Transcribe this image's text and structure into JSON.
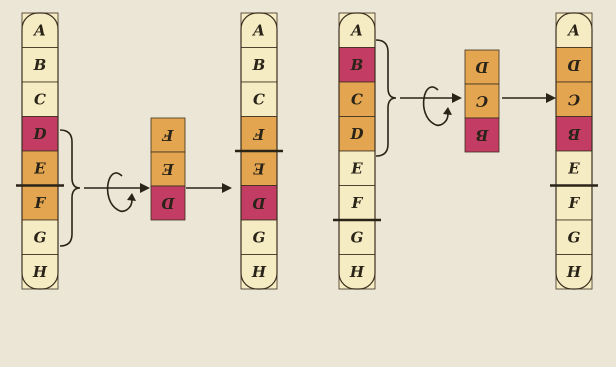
{
  "colors": {
    "cream": "#f6ecc4",
    "orange": "#e3a550",
    "magenta": "#c23c63",
    "background": "#ece6d6"
  },
  "chromosomes": [
    {
      "id": "original-1",
      "segments": [
        {
          "label": "A",
          "color": "cream",
          "flipped": false
        },
        {
          "label": "B",
          "color": "cream",
          "flipped": false
        },
        {
          "label": "C",
          "color": "cream",
          "flipped": false
        },
        {
          "label": "D",
          "color": "magenta",
          "flipped": false
        },
        {
          "label": "E",
          "color": "orange",
          "flipped": false
        },
        {
          "label": "F",
          "color": "orange",
          "flipped": false
        },
        {
          "label": "G",
          "color": "cream",
          "flipped": false
        },
        {
          "label": "H",
          "color": "cream",
          "flipped": false
        }
      ]
    },
    {
      "id": "inverted-1",
      "segments": [
        {
          "label": "A",
          "color": "cream",
          "flipped": false
        },
        {
          "label": "B",
          "color": "cream",
          "flipped": false
        },
        {
          "label": "C",
          "color": "cream",
          "flipped": false
        },
        {
          "label": "F",
          "color": "orange",
          "flipped": true
        },
        {
          "label": "E",
          "color": "orange",
          "flipped": true
        },
        {
          "label": "D",
          "color": "magenta",
          "flipped": true
        },
        {
          "label": "G",
          "color": "cream",
          "flipped": false
        },
        {
          "label": "H",
          "color": "cream",
          "flipped": false
        }
      ]
    },
    {
      "id": "original-2",
      "segments": [
        {
          "label": "A",
          "color": "cream",
          "flipped": false
        },
        {
          "label": "B",
          "color": "magenta",
          "flipped": false
        },
        {
          "label": "C",
          "color": "orange",
          "flipped": false
        },
        {
          "label": "D",
          "color": "orange",
          "flipped": false
        },
        {
          "label": "E",
          "color": "cream",
          "flipped": false
        },
        {
          "label": "F",
          "color": "cream",
          "flipped": false
        },
        {
          "label": "G",
          "color": "cream",
          "flipped": false
        },
        {
          "label": "H",
          "color": "cream",
          "flipped": false
        }
      ]
    },
    {
      "id": "inverted-2",
      "segments": [
        {
          "label": "A",
          "color": "cream",
          "flipped": false
        },
        {
          "label": "D",
          "color": "orange",
          "flipped": true
        },
        {
          "label": "C",
          "color": "orange",
          "flipped": true
        },
        {
          "label": "B",
          "color": "magenta",
          "flipped": true
        },
        {
          "label": "E",
          "color": "cream",
          "flipped": false
        },
        {
          "label": "F",
          "color": "cream",
          "flipped": false
        },
        {
          "label": "G",
          "color": "cream",
          "flipped": false
        },
        {
          "label": "H",
          "color": "cream",
          "flipped": false
        }
      ]
    }
  ],
  "fragments": [
    {
      "id": "fragment-1",
      "segments": [
        {
          "label": "F",
          "color": "orange",
          "flipped": true
        },
        {
          "label": "E",
          "color": "orange",
          "flipped": true
        },
        {
          "label": "D",
          "color": "magenta",
          "flipped": true
        }
      ]
    },
    {
      "id": "fragment-2",
      "segments": [
        {
          "label": "D",
          "color": "orange",
          "flipped": true
        },
        {
          "label": "C",
          "color": "orange",
          "flipped": true
        },
        {
          "label": "B",
          "color": "magenta",
          "flipped": true
        }
      ]
    }
  ]
}
